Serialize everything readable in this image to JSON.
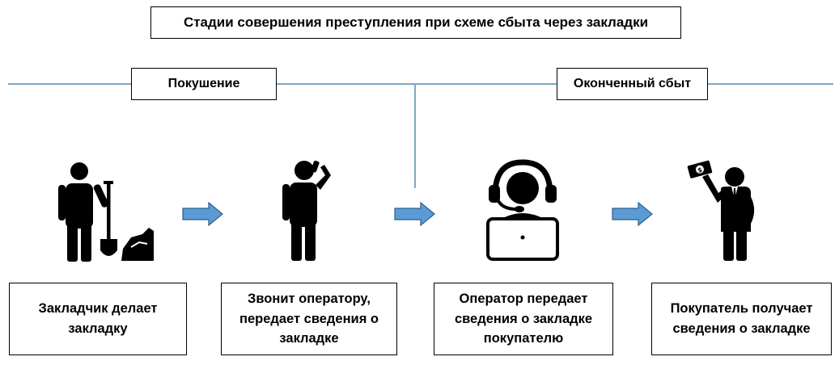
{
  "title": "Стадии совершения преступления при схеме сбыта через закладки",
  "phases": {
    "attempt": "Покушение",
    "completed": "Оконченный сбыт"
  },
  "steps": [
    {
      "icon": "person-with-shovel-icon",
      "text": "Закладчик делает закладку"
    },
    {
      "icon": "person-on-phone-icon",
      "text": "Звонит оператору, передает сведения о закладке"
    },
    {
      "icon": "operator-with-headset-icon",
      "text": "Оператор передает сведения о закладке покупателю"
    },
    {
      "icon": "buyer-with-money-icon",
      "text": "Покупатель получает сведения о закладке"
    }
  ],
  "colors": {
    "line": "#7ea6c4",
    "arrow_fill": "#5b9bd5",
    "arrow_stroke": "#2e5f8a",
    "icon": "#000000"
  }
}
